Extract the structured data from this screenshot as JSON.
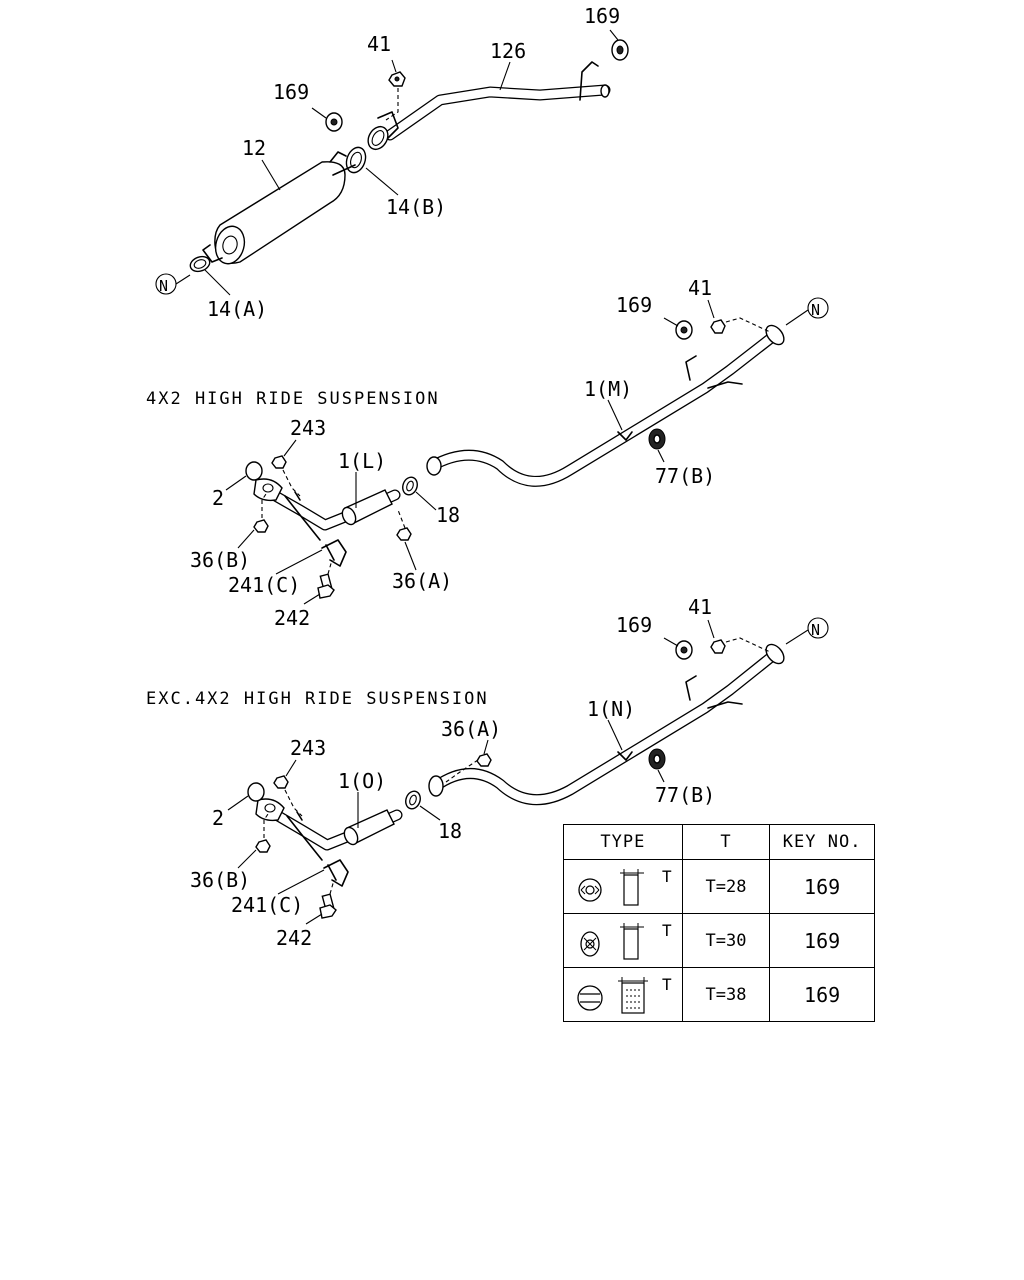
{
  "section_captions": {
    "high_ride": "4X2 HIGH RIDE SUSPENSION",
    "exc_high_ride": "EXC.4X2 HIGH RIDE SUSPENSION"
  },
  "labels": {
    "top": [
      "169",
      "41",
      "126",
      "169",
      "12",
      "14(B)",
      "14(A)",
      "N"
    ],
    "middle": [
      "169",
      "41",
      "N",
      "1(M)",
      "243",
      "1(L)",
      "2",
      "18",
      "77(B)",
      "36(B)",
      "241(C)",
      "36(A)",
      "242"
    ],
    "bottom": [
      "169",
      "41",
      "N",
      "36(A)",
      "1(N)",
      "243",
      "1(O)",
      "2",
      "18",
      "77(B)",
      "36(B)",
      "241(C)",
      "242"
    ]
  },
  "table": {
    "headers": [
      "TYPE",
      "T",
      "KEY NO."
    ],
    "dimension_letter": "T",
    "rows": [
      {
        "type_icon": "rubber-hanger-type-a-icon",
        "t": "T=28",
        "key_no": "169"
      },
      {
        "type_icon": "rubber-hanger-type-b-icon",
        "t": "T=30",
        "key_no": "169"
      },
      {
        "type_icon": "rubber-hanger-type-c-icon",
        "t": "T=38",
        "key_no": "169"
      }
    ]
  }
}
